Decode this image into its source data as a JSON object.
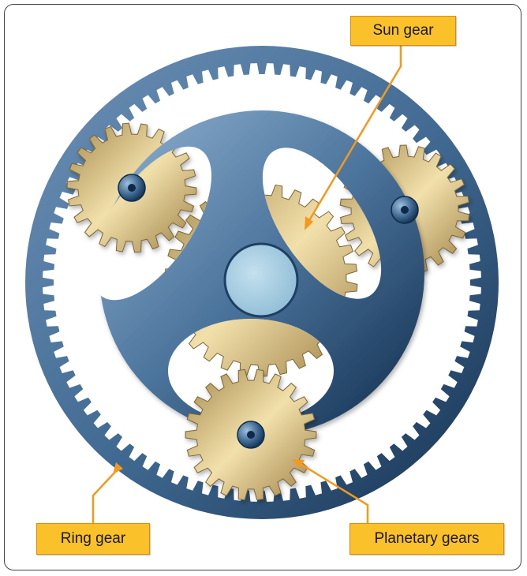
{
  "labels": {
    "sun_gear": "Sun gear",
    "ring_gear": "Ring gear",
    "planetary_gears": "Planetary gears"
  },
  "colors": {
    "ring_dark": "#1f3f63",
    "ring_light": "#5a7ea6",
    "carrier_light": "#7ea2c4",
    "carrier_dark": "#143456",
    "gear_light": "#f3e2ad",
    "gear_dark": "#9f8347",
    "hub": "#a9cfe2",
    "leader": "#f39a1e",
    "label_fill": "#fbc12a"
  }
}
